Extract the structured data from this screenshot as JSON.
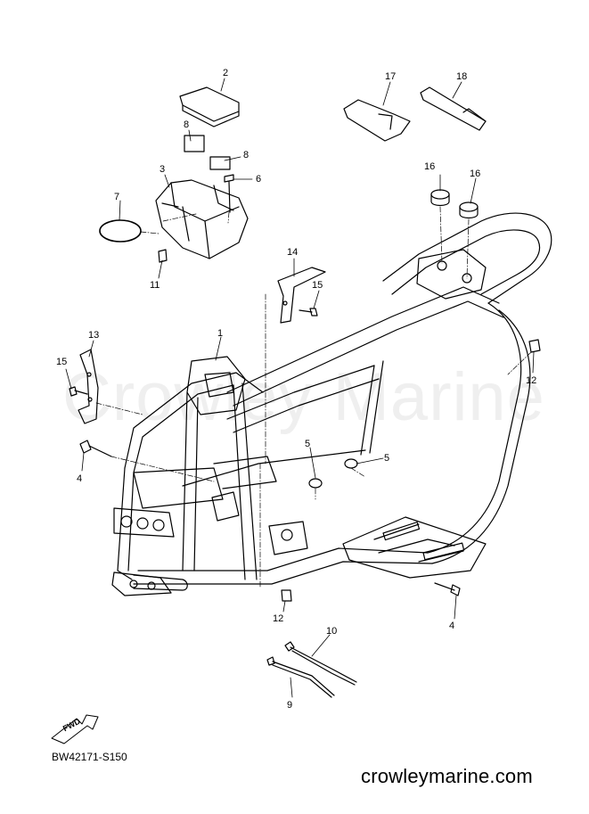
{
  "watermark": "Crowley Marine",
  "diagram_code": "BW42171-S150",
  "website": "crowleymarine.com",
  "fwd_label": "FWD",
  "callouts": [
    "1",
    "2",
    "3",
    "4",
    "4",
    "5",
    "5",
    "6",
    "7",
    "8",
    "8",
    "9",
    "10",
    "11",
    "12",
    "12",
    "13",
    "14",
    "15",
    "15",
    "16",
    "16",
    "17",
    "18"
  ],
  "colors": {
    "line": "#000000",
    "watermark": "#efefef",
    "background": "#ffffff"
  }
}
